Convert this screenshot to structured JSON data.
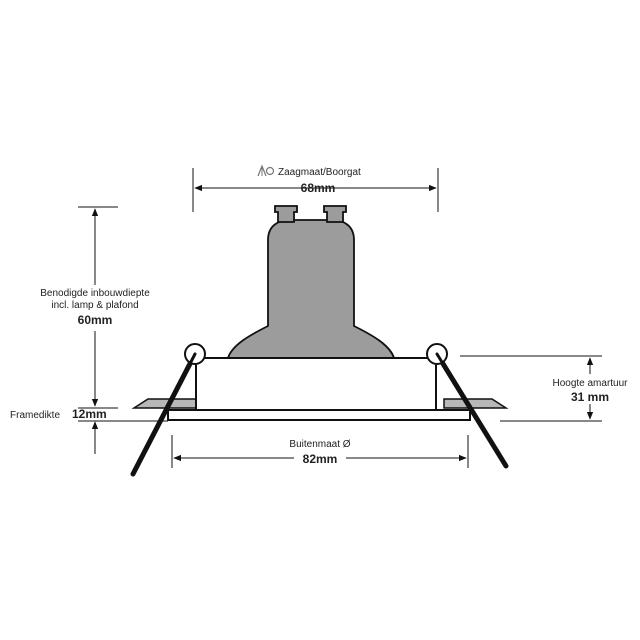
{
  "colors": {
    "bulb_fill": "#9c9c9c",
    "ceiling_fill": "#b8b8b8",
    "line": "#111111",
    "text": "#222222"
  },
  "dimensions": {
    "cutout": {
      "icon": "saw-drill-icon",
      "label": "Zaagmaat/Boorgat",
      "value": "68mm"
    },
    "depth": {
      "label_line1": "Benodigde inbouwdiepte",
      "label_line2": "incl. lamp & plafond",
      "value": "60mm"
    },
    "fixture_height": {
      "label": "Hoogte amartuur",
      "value": "31 mm"
    },
    "frame_thickness": {
      "label": "Framedikte",
      "value": "12mm"
    },
    "outer_diameter": {
      "label": "Buitenmaat Ø",
      "value": "82mm"
    }
  }
}
